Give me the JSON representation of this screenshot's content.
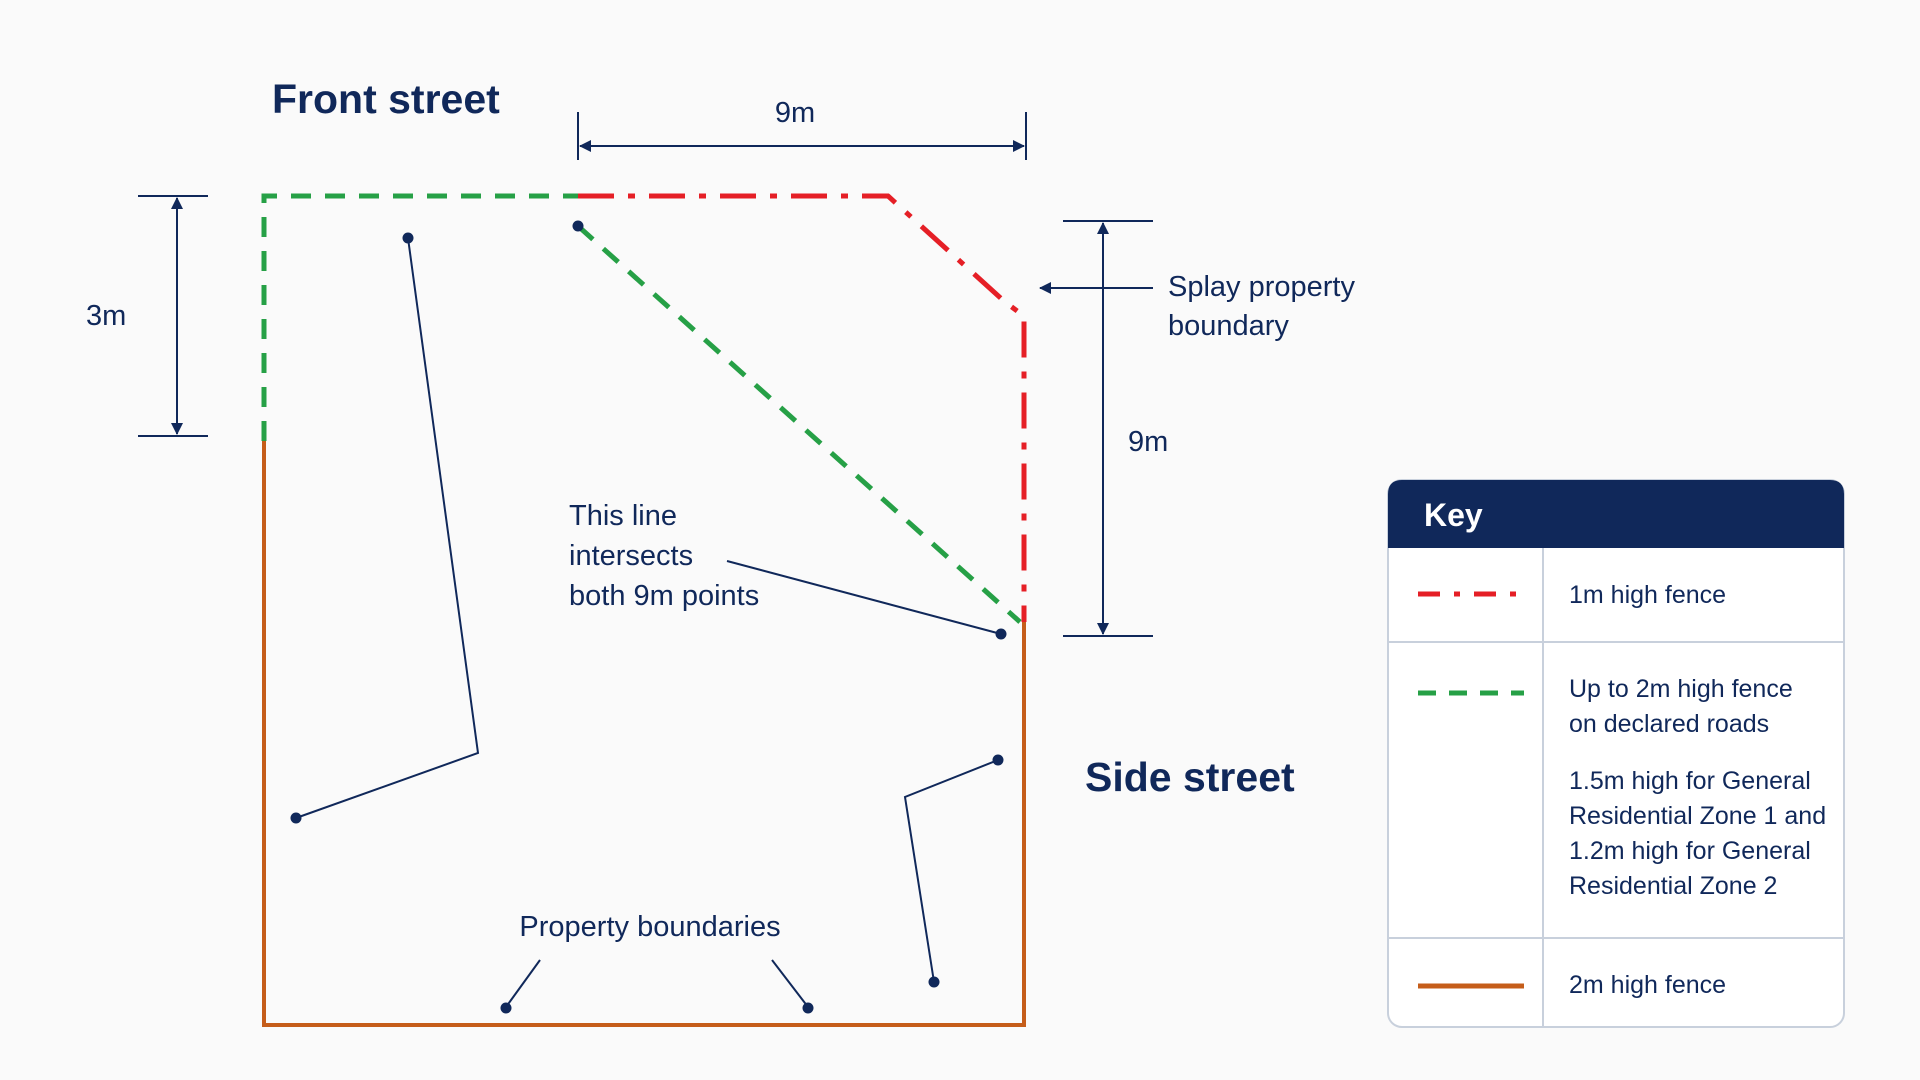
{
  "titles": {
    "front_street": "Front street",
    "side_street": "Side street"
  },
  "dimensions": {
    "front_width": "9m",
    "front_depth": "3m",
    "side_length": "9m"
  },
  "annotations": {
    "splay": [
      "Splay property",
      "boundary"
    ],
    "intersect": [
      "This line",
      "intersects",
      "both 9m points"
    ],
    "property_boundaries": "Property boundaries"
  },
  "key": {
    "title": "Key",
    "items": [
      {
        "style": "dash-dot",
        "color": "#e51f26",
        "lines": [
          "1m high fence"
        ]
      },
      {
        "style": "dashed",
        "color": "#26a046",
        "lines": [
          "Up to 2m high fence",
          "on declared roads"
        ],
        "extra": [
          "1.5m high for General",
          "Residential Zone 1 and",
          "1.2m high for General",
          "Residential Zone 2"
        ]
      },
      {
        "style": "solid",
        "color": "#c55d1a",
        "lines": [
          "2m high fence"
        ]
      }
    ]
  },
  "colors": {
    "navy": "#10285a",
    "red": "#e51f26",
    "green": "#26a046",
    "orange": "#c55d1a",
    "key_border": "#c8d0dc"
  }
}
